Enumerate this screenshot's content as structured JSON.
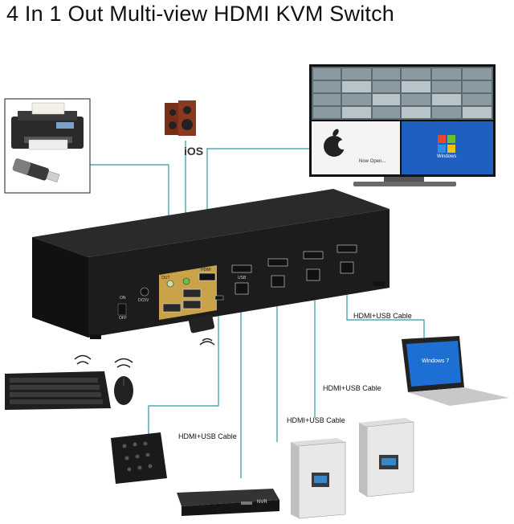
{
  "title": "4 In 1 Out Multi-view HDMI KVM Switch",
  "cable_labels": {
    "laptop": "HDMI+USB Cable",
    "pc_right": "HDMI+USB Cable",
    "pc_left": "HDMI+USB Cable",
    "nvr": "HDMI+USB Cable"
  },
  "monitor": {
    "os_label": "iOS",
    "sub_label": "Now Open...",
    "win_label": "Windows"
  },
  "device_labels": {
    "nvr": "NVR",
    "laptop_os": "Windows 7"
  },
  "panel": {
    "switch_on": "ON",
    "switch_off": "OFF",
    "dc": "DC5V",
    "out": "OUT",
    "hdmi": "HDMI",
    "usb": "USB"
  },
  "colors": {
    "wire": "#2a9aa8",
    "chassis": "#1c1c1c",
    "gold_plate": "#c9a24a"
  }
}
